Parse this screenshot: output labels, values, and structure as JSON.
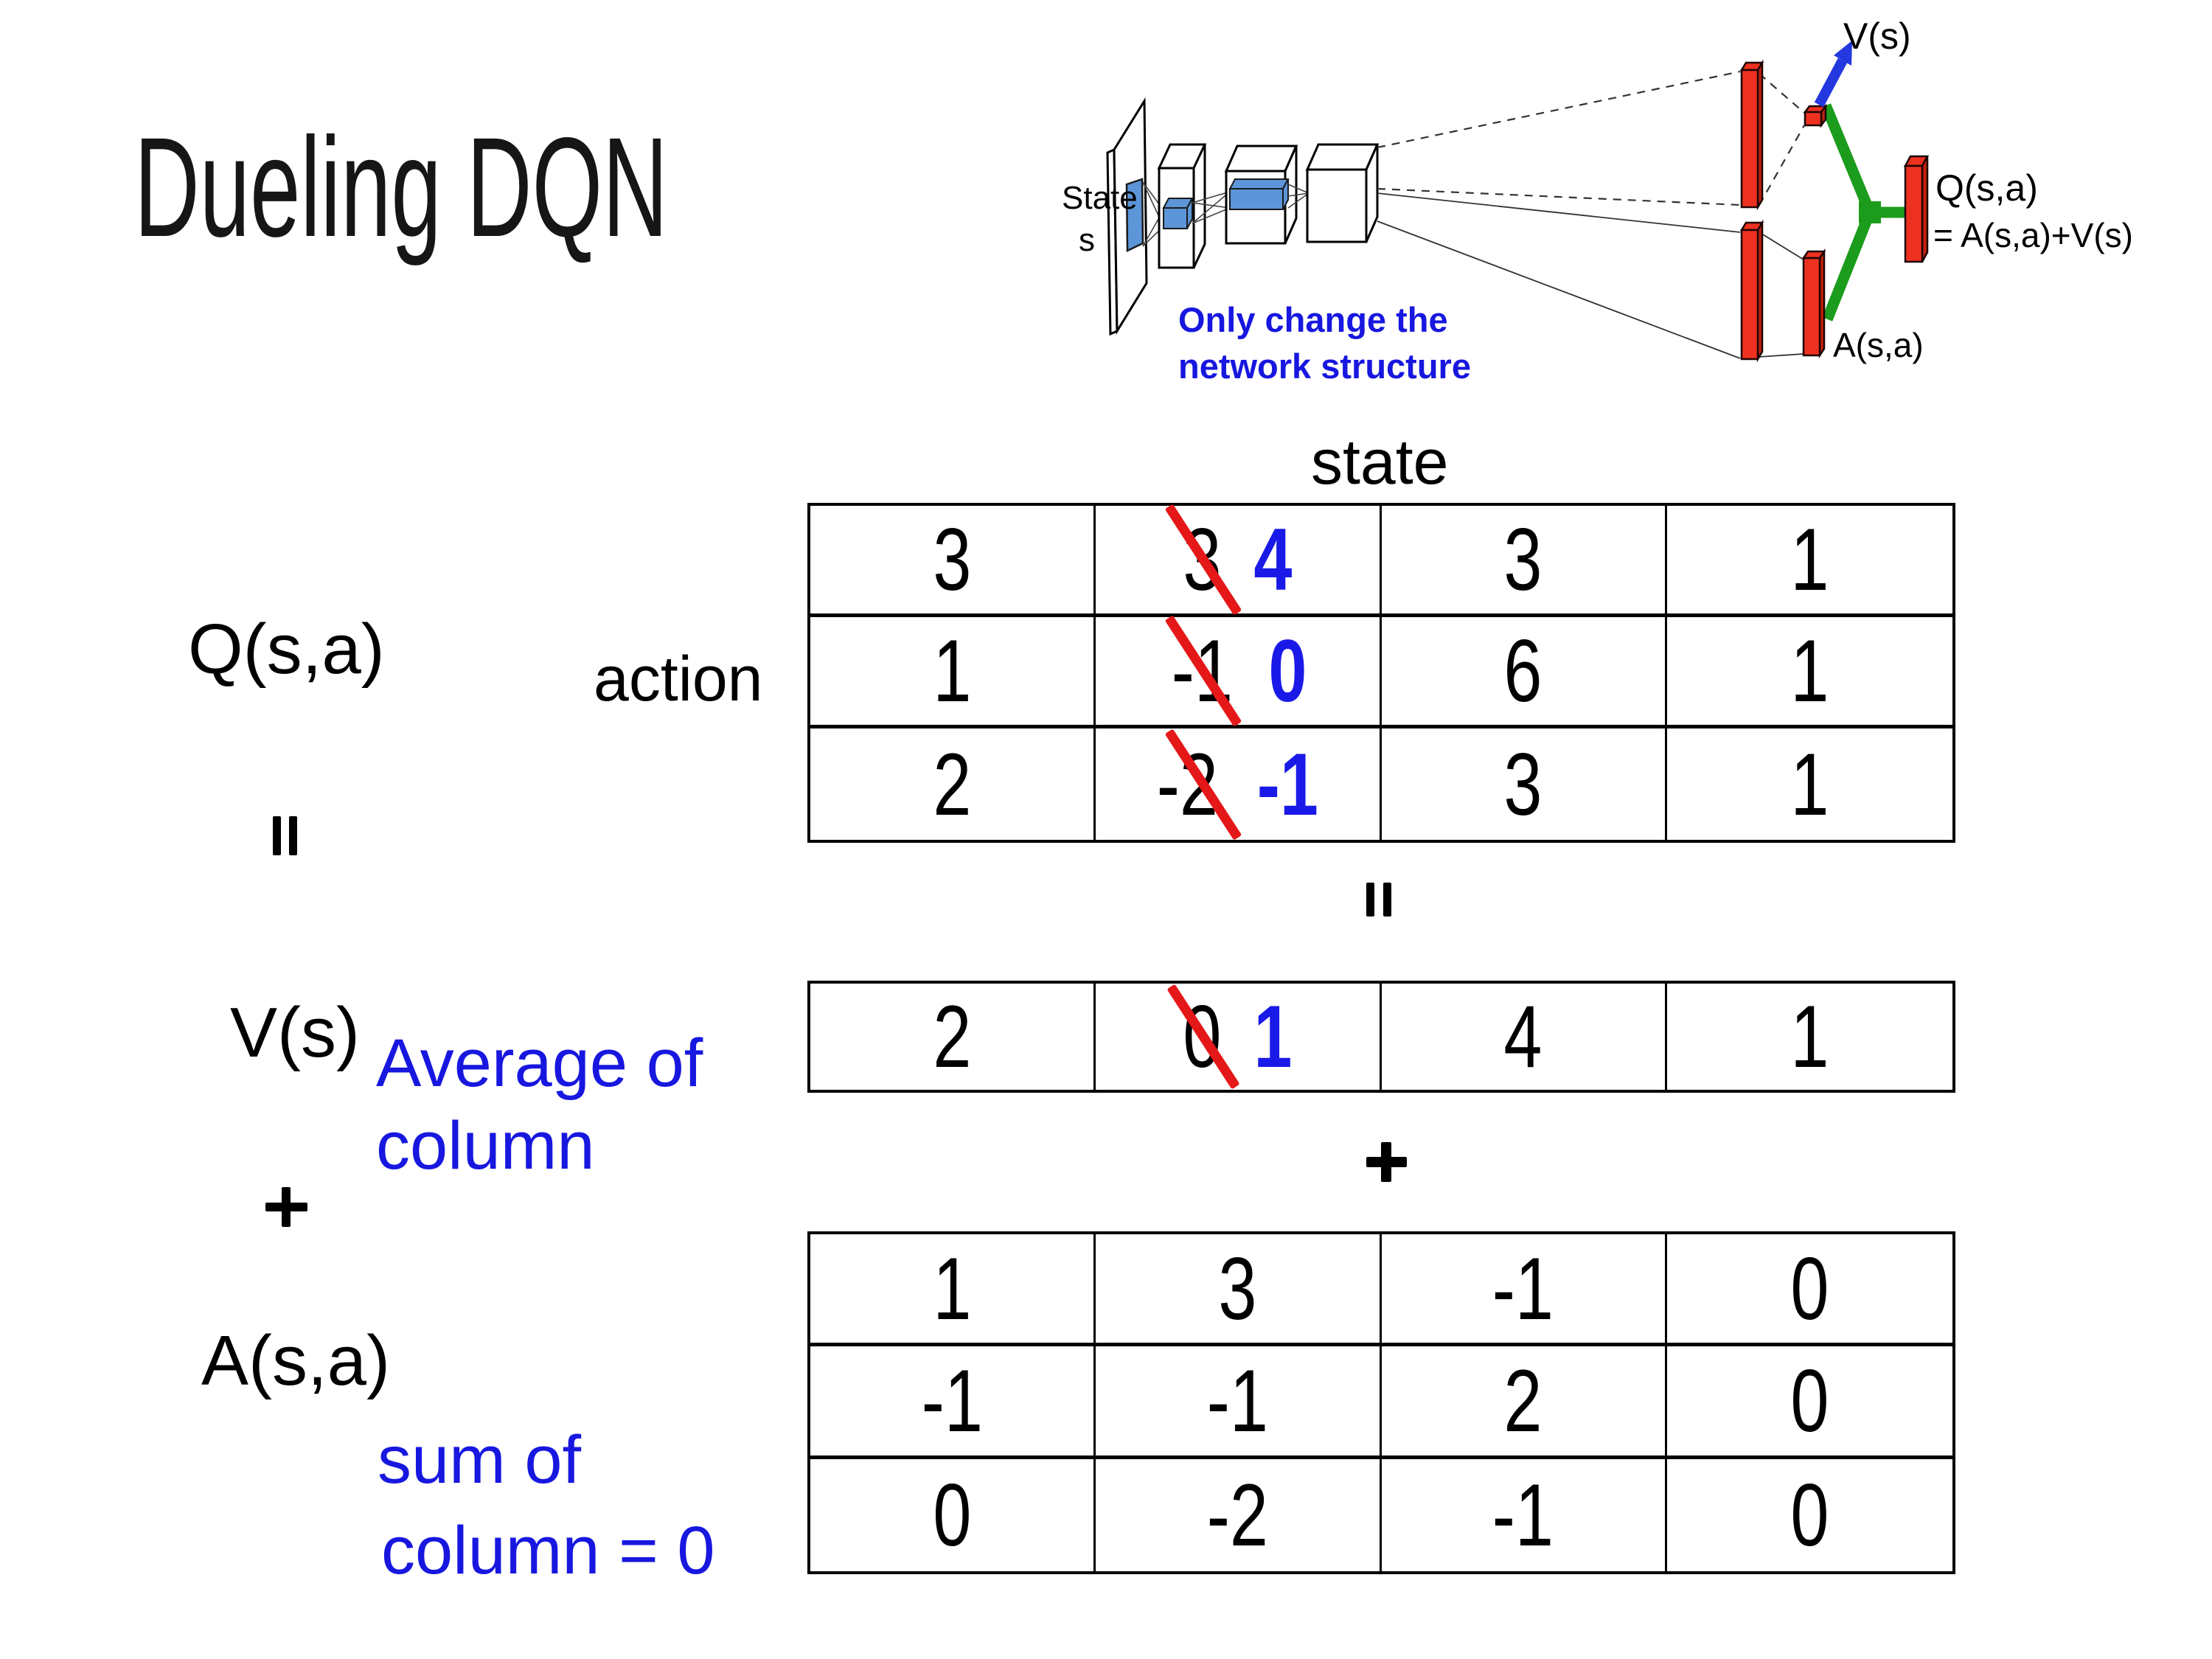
{
  "title": "Dueling DQN",
  "colors": {
    "text_blue": "#1717e0",
    "number_blue": "#1a1ae8",
    "strike_red": "#e41818",
    "bar_red": "#ed3120",
    "bar_red_side": "#c3200f",
    "filter_blue": "#5c95d8",
    "green": "#1c9c1c",
    "arrow_blue": "#2438e0"
  },
  "diagram": {
    "state_line1": "State",
    "state_line2": "s",
    "v_out_label": "V(s)",
    "q_out_label": "Q(s,a)",
    "q_out_formula": "= A(s,a)+V(s)",
    "a_out_label": "A(s,a)",
    "note_line1": "Only change the",
    "note_line2": "network structure"
  },
  "equation": {
    "q_label": "Q(s,a)",
    "equals": "=",
    "v_label": "V(s)",
    "plus": "+",
    "a_label": "A(s,a)",
    "avg_note_line1": "Average of",
    "avg_note_line2": "column",
    "sum_note_line1": "sum of",
    "sum_note_line2": "column = 0"
  },
  "matrix": {
    "state_header": "state",
    "action_label": "action",
    "q_table": {
      "rows": [
        {
          "cells": [
            {
              "v": "3"
            },
            {
              "old": "3",
              "new": "4"
            },
            {
              "v": "3"
            },
            {
              "v": "1"
            }
          ]
        },
        {
          "cells": [
            {
              "v": "1"
            },
            {
              "old": "-1",
              "new": "0"
            },
            {
              "v": "6"
            },
            {
              "v": "1"
            }
          ]
        },
        {
          "cells": [
            {
              "v": "2"
            },
            {
              "old": "-2",
              "new": "-1"
            },
            {
              "v": "3"
            },
            {
              "v": "1"
            }
          ]
        }
      ]
    },
    "v_table": {
      "cells": [
        {
          "v": "2"
        },
        {
          "old": "0",
          "new": "1"
        },
        {
          "v": "4"
        },
        {
          "v": "1"
        }
      ]
    },
    "a_table": {
      "rows": [
        {
          "cells": [
            "1",
            "3",
            "-1",
            "0"
          ]
        },
        {
          "cells": [
            "-1",
            "-1",
            "2",
            "0"
          ]
        },
        {
          "cells": [
            "0",
            "-2",
            "-1",
            "0"
          ]
        }
      ]
    }
  }
}
